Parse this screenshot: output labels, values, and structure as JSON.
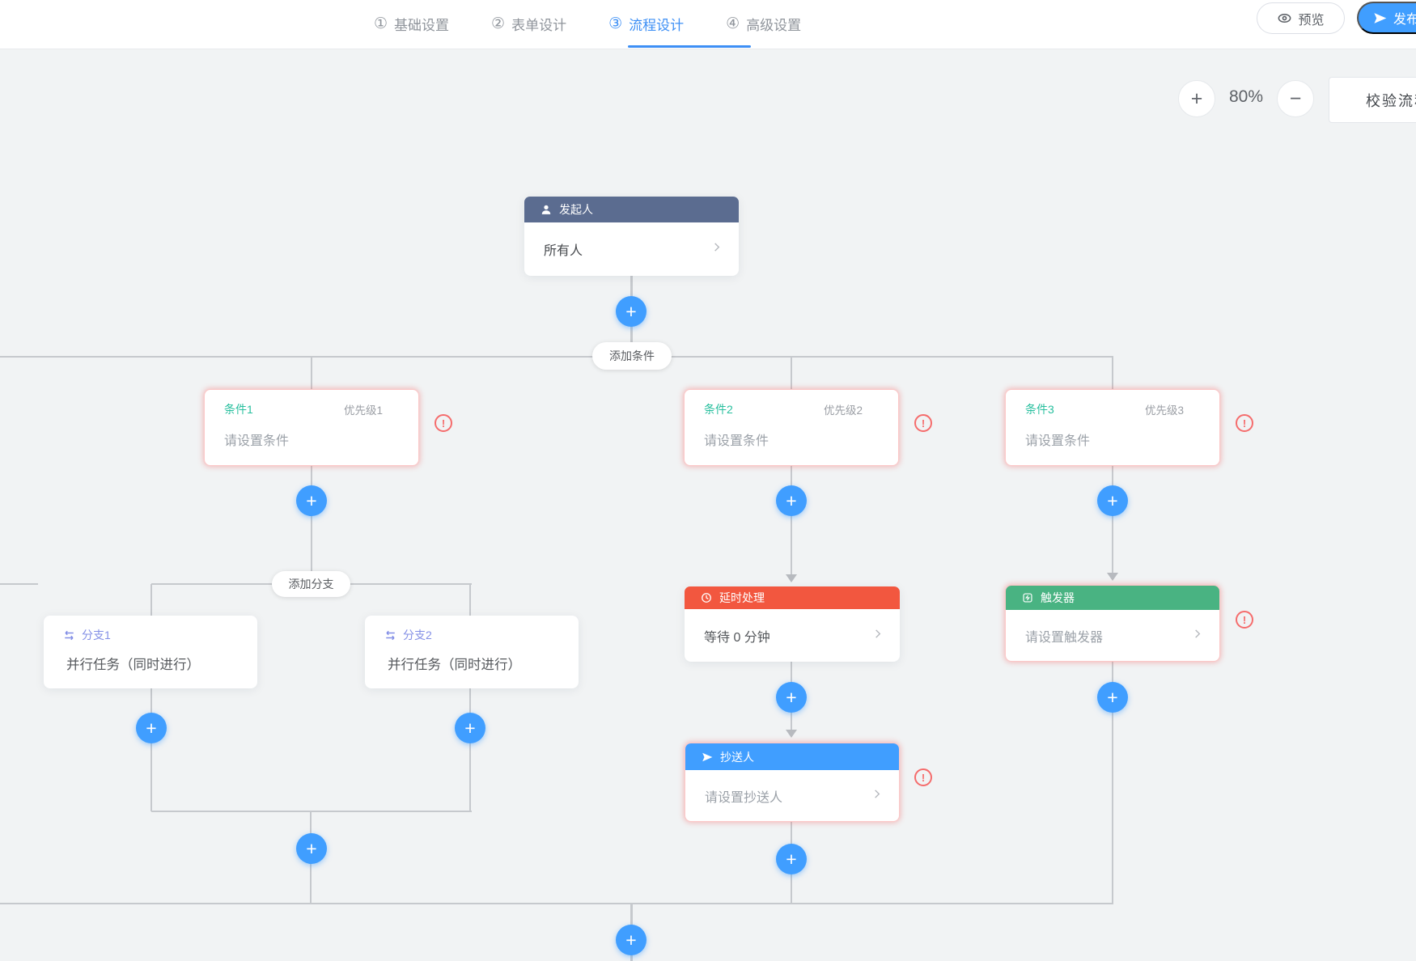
{
  "nav": {
    "tabs": [
      {
        "num": "①",
        "label": "基础设置"
      },
      {
        "num": "②",
        "label": "表单设计"
      },
      {
        "num": "③",
        "label": "流程设计"
      },
      {
        "num": "④",
        "label": "高级设置"
      }
    ],
    "active_tab": "流程设计",
    "preview": "预览",
    "publish": "发布"
  },
  "toolbar": {
    "zoom_in": "+",
    "zoom_out": "−",
    "zoom_level": "80%",
    "validate": "校验流程"
  },
  "flow": {
    "plus": "+",
    "warning_mark": "!",
    "add_condition_label": "添加条件",
    "add_branch_label": "添加分支",
    "initiator": {
      "title": "发起人",
      "value": "所有人"
    },
    "conditions": [
      {
        "title": "条件1",
        "priority": "优先级1",
        "placeholder": "请设置条件"
      },
      {
        "title": "条件2",
        "priority": "优先级2",
        "placeholder": "请设置条件"
      },
      {
        "title": "条件3",
        "priority": "优先级3",
        "placeholder": "请设置条件"
      }
    ],
    "branches": [
      {
        "title": "分支1",
        "body": "并行任务（同时进行）"
      },
      {
        "title": "分支2",
        "body": "并行任务（同时进行）"
      }
    ],
    "delay": {
      "title": "延时处理",
      "value": "等待 0 分钟"
    },
    "cc": {
      "title": "抄送人",
      "placeholder": "请设置抄送人"
    },
    "trigger": {
      "title": "触发器",
      "placeholder": "请设置触发器"
    }
  },
  "colors": {
    "accent": "#409eff",
    "initiator_header": "#5b6c90",
    "delay_header": "#f2573f",
    "cc_header": "#409eff",
    "trigger_header": "#49b382",
    "condition_title": "#28bf9e",
    "branch_title": "#838fe6",
    "warning": "#f56c6c",
    "connector_line": "#c6c9cd",
    "canvas_bg": "#f1f3f4"
  }
}
